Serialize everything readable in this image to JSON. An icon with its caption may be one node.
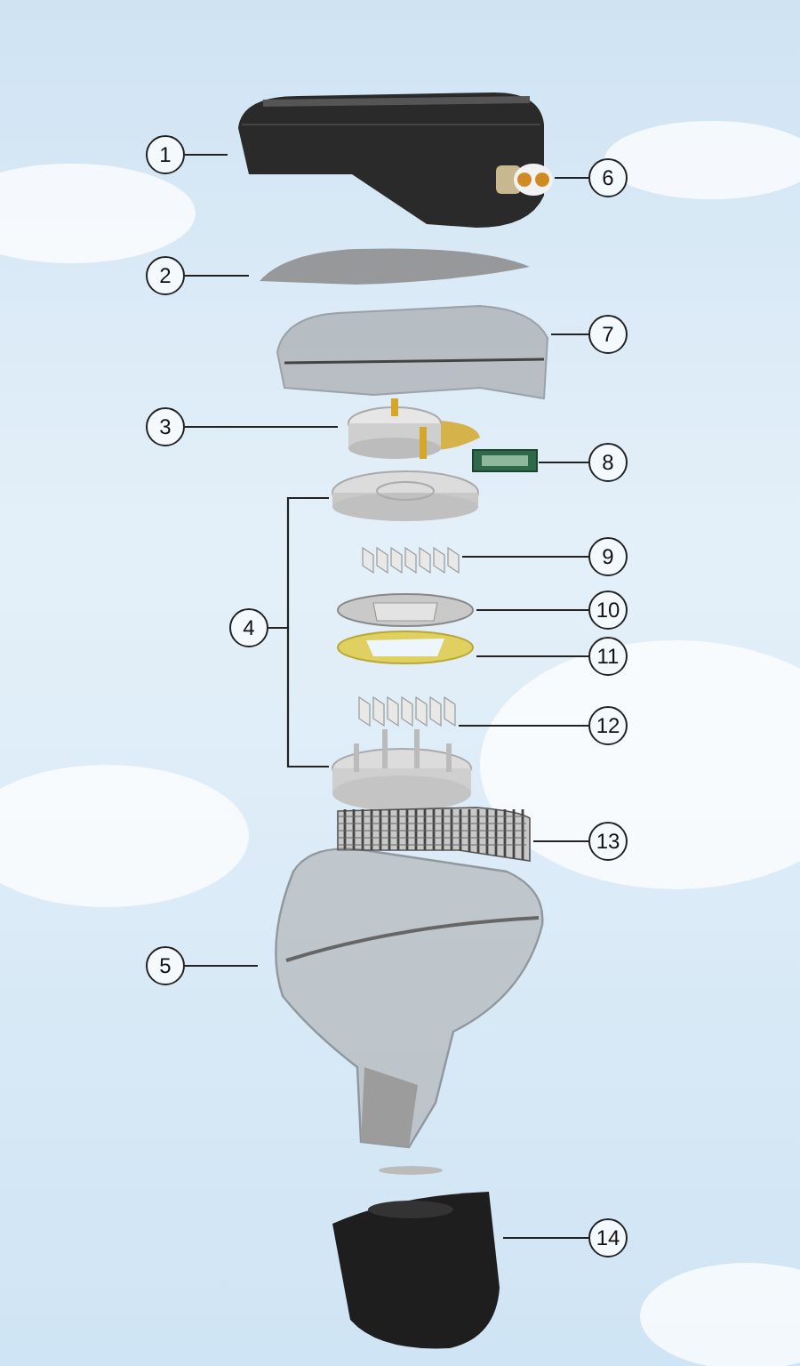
{
  "diagram": {
    "nodes": [
      {
        "text": [
          "1"
        ]
      },
      {
        "text": [
          "6"
        ]
      },
      {
        "text": [
          "2"
        ]
      },
      {
        "text": [
          "7"
        ]
      },
      {
        "text": [
          "3"
        ]
      },
      {
        "text": [
          "8"
        ]
      },
      {
        "text": [
          "9"
        ]
      },
      {
        "text": [
          "10"
        ]
      },
      {
        "text": [
          "4"
        ]
      },
      {
        "text": [
          "11"
        ]
      },
      {
        "text": [
          "12"
        ]
      },
      {
        "text": [
          "13"
        ]
      },
      {
        "text": [
          "5"
        ]
      },
      {
        "text": [
          "14"
        ]
      },
      {
        "text": [],
        "shape": "picture"
      },
      {
        "text": [],
        "shape": "picture",
        "in": 14
      },
      {
        "text": [],
        "shape": "picture"
      },
      {
        "text": [],
        "shape": "picture"
      },
      {
        "text": [],
        "shape": "picture"
      },
      {
        "text": [],
        "shape": "picture"
      },
      {
        "text": [],
        "shape": "picture"
      },
      {
        "text": [],
        "shape": "picture"
      },
      {
        "text": [],
        "shape": "picture"
      },
      {
        "text": [],
        "shape": "picture"
      },
      {
        "text": [],
        "shape": "picture"
      },
      {
        "text": [],
        "shape": "picture"
      },
      {
        "text": [],
        "shape": "picture"
      },
      {
        "text": [],
        "shape": "picture"
      },
      {
        "text": [],
        "shape": "picture"
      }
    ],
    "edges": [
      {
        "from": 0,
        "to": 14,
        "arrow": "none"
      },
      {
        "from": 1,
        "to": 15,
        "arrow": "none"
      },
      {
        "from": 2,
        "to": 16,
        "arrow": "none"
      },
      {
        "from": 3,
        "to": 17,
        "arrow": "none"
      },
      {
        "from": 4,
        "to": 18,
        "arrow": "none"
      },
      {
        "from": 5,
        "to": 19,
        "arrow": "none"
      },
      {
        "from": 6,
        "to": 21,
        "arrow": "none"
      },
      {
        "from": 7,
        "to": 22,
        "arrow": "none"
      },
      {
        "from": 8,
        "to": 20,
        "arrow": "none"
      },
      {
        "from": 8,
        "to": 25,
        "arrow": "none"
      },
      {
        "from": 9,
        "to": 23,
        "arrow": "none"
      },
      {
        "from": 10,
        "to": 24,
        "arrow": "none"
      },
      {
        "from": 11,
        "to": 26,
        "arrow": "none"
      },
      {
        "from": 12,
        "to": 27,
        "arrow": "none"
      },
      {
        "from": 13,
        "to": 28,
        "arrow": "none"
      }
    ]
  }
}
